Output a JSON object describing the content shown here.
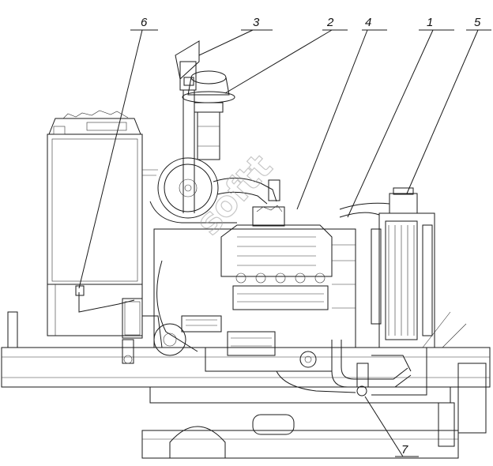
{
  "callouts": [
    {
      "number": "1",
      "target": "engine-block"
    },
    {
      "number": "2",
      "target": "air-filter-cap"
    },
    {
      "number": "3",
      "target": "exhaust-pipe"
    },
    {
      "number": "4",
      "target": "turbo-intake"
    },
    {
      "number": "5",
      "target": "radiator"
    },
    {
      "number": "6",
      "target": "control-cabinet"
    },
    {
      "number": "7",
      "target": "lower-pipework"
    }
  ],
  "watermark": "softt"
}
